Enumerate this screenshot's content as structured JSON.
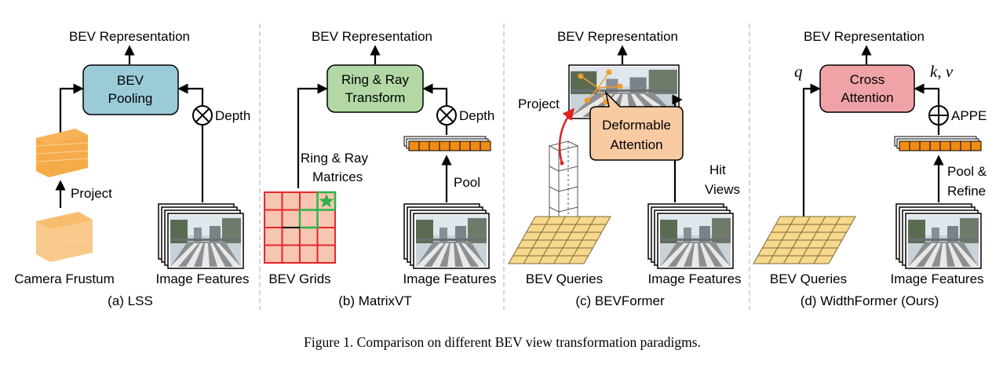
{
  "panels": [
    {
      "id": "lss",
      "top_label": "BEV Representation",
      "module_lines": [
        "BEV",
        "Pooling"
      ],
      "module_color": "#9ccbd8",
      "depth_label": "Depth",
      "project_label": "Project",
      "bottom_left_label": "Camera Frustum",
      "bottom_right_label": "Image Features",
      "caption": "(a) LSS"
    },
    {
      "id": "matrixvt",
      "top_label": "BEV Representation",
      "module_lines": [
        "Ring & Ray",
        "Transform"
      ],
      "module_color": "#b3d8a6",
      "depth_label": "Depth",
      "matrices_lines": [
        "Ring & Ray",
        "Matrices"
      ],
      "pool_label": "Pool",
      "bottom_left_label": "BEV Grids",
      "bottom_right_label": "Image Features",
      "caption": "(b) MatrixVT"
    },
    {
      "id": "bevformer",
      "top_label": "BEV Representation",
      "project_label": "Project",
      "callout_lines": [
        "Deformable",
        "Attention"
      ],
      "callout_color": "#f8cba3",
      "hit_lines": [
        "Hit",
        "Views"
      ],
      "bottom_left_label": "BEV Queries",
      "bottom_right_label": "Image Features",
      "caption": "(c) BEVFormer"
    },
    {
      "id": "widthformer",
      "top_label": "BEV Representation",
      "module_lines": [
        "Cross",
        "Attention"
      ],
      "module_color": "#f0a3a7",
      "q_label": "q",
      "kv_label": "k, v",
      "appe_label": "APPE",
      "pool_refine_lines": [
        "Pool &",
        "Refine"
      ],
      "bottom_left_label": "BEV Queries",
      "bottom_right_label": "Image Features",
      "caption": "(d) WidthFormer (Ours)"
    }
  ],
  "figure_caption": "Figure 1. Comparison on different BEV view transformation paradigms.",
  "colors": {
    "frustum_orange": "#f39c29",
    "grid_fill": "#f7c6b2",
    "grid_red": "#e8262b",
    "grid_green": "#2bb34a",
    "feature_orange": "#f08c12",
    "query_grid_fill": "#f8d88b",
    "query_grid_line": "#7a6a3a",
    "divider": "#bbbbbb",
    "arrow_red": "#e02020"
  },
  "icons": [
    "multiply-circle-icon",
    "plus-circle-icon",
    "star-icon",
    "camera-image-icon"
  ]
}
